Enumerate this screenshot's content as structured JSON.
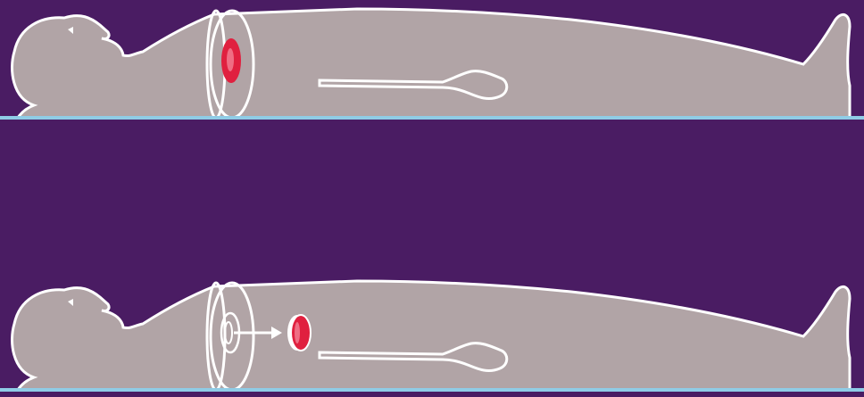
{
  "colors": {
    "background": "#4a1c63",
    "body_fill": "#b1a4a6",
    "outline": "#ffffff",
    "table": "#8fcce6",
    "organ_red": "#e0203f"
  },
  "panels": [
    {
      "id": "top",
      "label_shown": "",
      "state": "slice cut at chest with red organ section in place"
    },
    {
      "id": "bottom",
      "label_shown": "",
      "state": "organ section removed from slice and moved to the right (arrow)"
    }
  ]
}
